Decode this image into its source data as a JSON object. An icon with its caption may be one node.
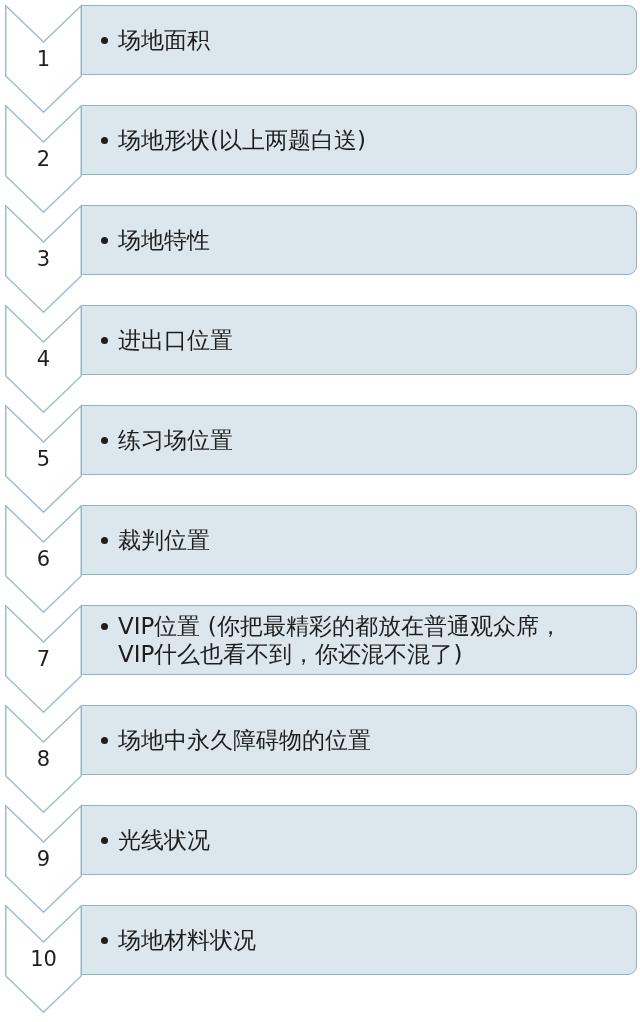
{
  "diagram": {
    "nodes": [
      {
        "text": [
          "1"
        ]
      },
      {
        "text": [
          "场地面积"
        ]
      },
      {
        "text": [
          "2"
        ]
      },
      {
        "text": [
          "场地形状(以上两题白送)"
        ]
      },
      {
        "text": [
          "3"
        ]
      },
      {
        "text": [
          "场地特性"
        ]
      },
      {
        "text": [
          "4"
        ]
      },
      {
        "text": [
          "进出口位置"
        ]
      },
      {
        "text": [
          "5"
        ]
      },
      {
        "text": [
          "练习场位置"
        ]
      },
      {
        "text": [
          "6"
        ]
      },
      {
        "text": [
          "裁判位置"
        ]
      },
      {
        "text": [
          "7"
        ]
      },
      {
        "text": [
          "VIP位置 (你把最精彩的都放在普通观众席，VIP什么也看不到，你还混不混了)"
        ]
      },
      {
        "text": [
          "8"
        ]
      },
      {
        "text": [
          "场地中永久障碍物的位置"
        ]
      },
      {
        "text": [
          "9"
        ]
      },
      {
        "text": [
          "光线状况"
        ]
      },
      {
        "text": [
          "10"
        ]
      },
      {
        "text": [
          "场地材料状况"
        ]
      }
    ]
  }
}
